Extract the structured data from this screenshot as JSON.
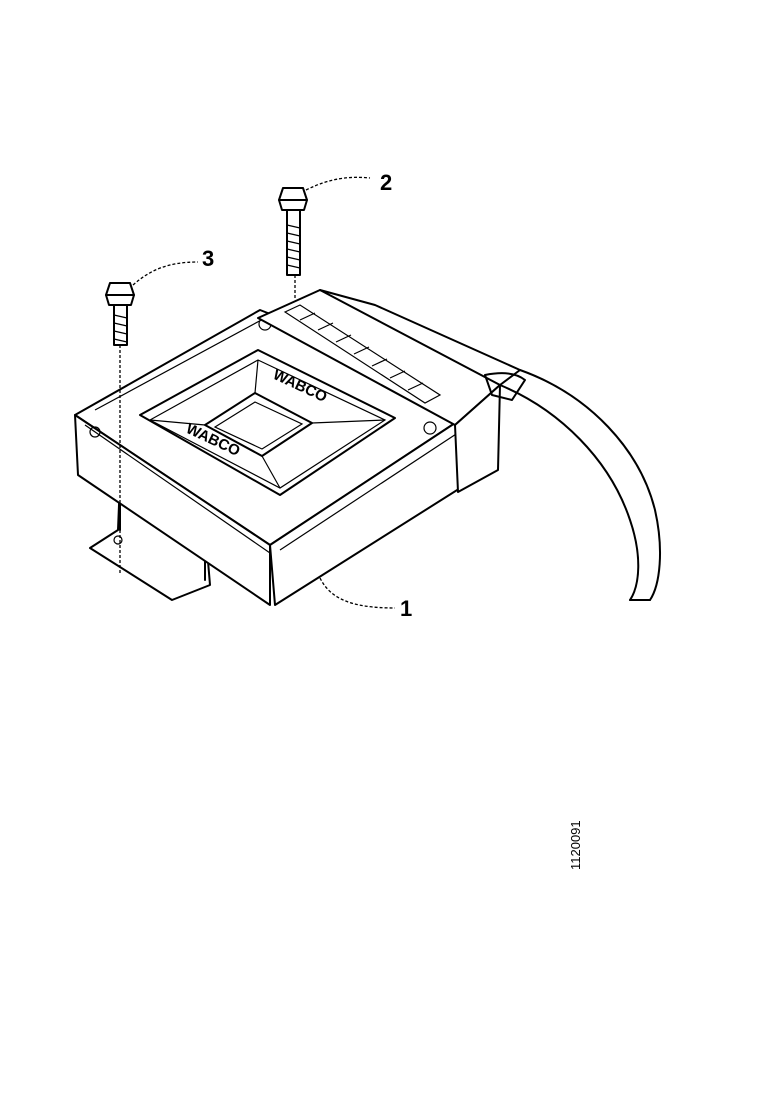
{
  "callouts": {
    "part_1": "1",
    "part_2": "2",
    "part_3": "3"
  },
  "reference_code": "1120091",
  "unit_lettering": "WABCO"
}
